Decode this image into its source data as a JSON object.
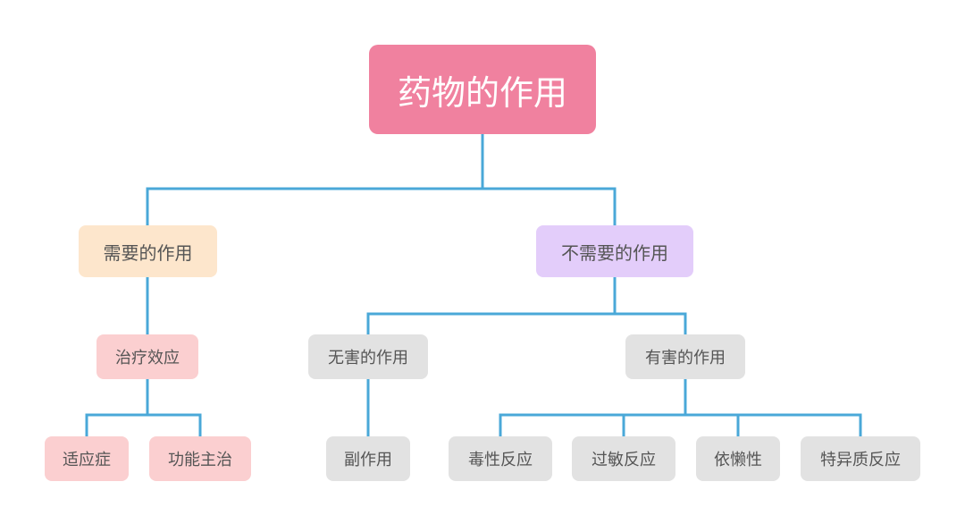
{
  "colors": {
    "connector": "#4aa8d8",
    "root_fill": "#f0819f",
    "needed_fill": "#fde6cc",
    "unneeded_fill": "#e3cdfa",
    "therapy_fill": "#fbcfd0",
    "grey_fill": "#e2e2e2"
  },
  "root": {
    "label": "药物的作用"
  },
  "needed": {
    "label": "需要的作用",
    "therapeutic": {
      "label": "治疗效应",
      "children": [
        "适应症",
        "功能主治"
      ]
    }
  },
  "unneeded": {
    "label": "不需要的作用",
    "harmless": {
      "label": "无害的作用",
      "children": [
        "副作用"
      ]
    },
    "harmful": {
      "label": "有害的作用",
      "children": [
        "毒性反应",
        "过敏反应",
        "依懒性",
        "特异质反应"
      ]
    }
  }
}
